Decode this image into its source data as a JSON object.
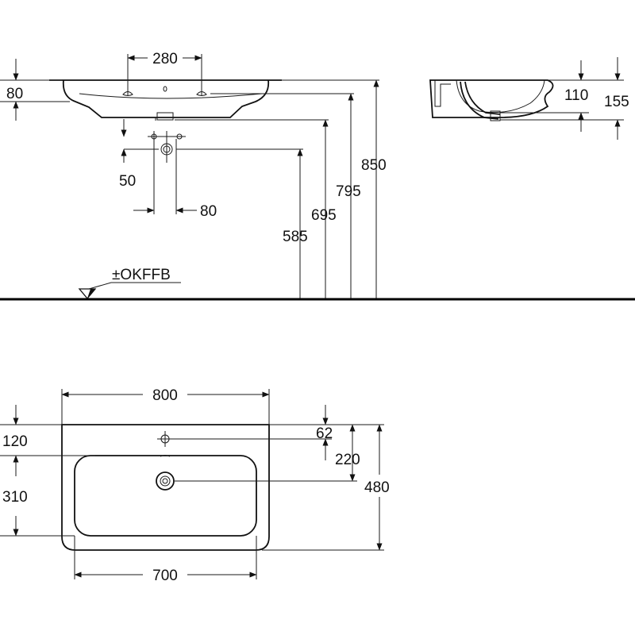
{
  "floor_label": "±OKFFB",
  "front_view": {
    "tap_hole_spacing": "280",
    "rim_height": "80",
    "waste_height": "50",
    "waste_spacing": "80",
    "height_585": "585",
    "height_695": "695",
    "height_795": "795",
    "height_850": "850"
  },
  "side_view": {
    "bowl_depth": "110",
    "total_depth": "155"
  },
  "top_view": {
    "overall_width": "800",
    "bowl_width": "700",
    "back_to_bowl": "120",
    "bowl_length": "310",
    "tap_offset": "62",
    "drain_offset": "220",
    "overall_depth": "480"
  }
}
